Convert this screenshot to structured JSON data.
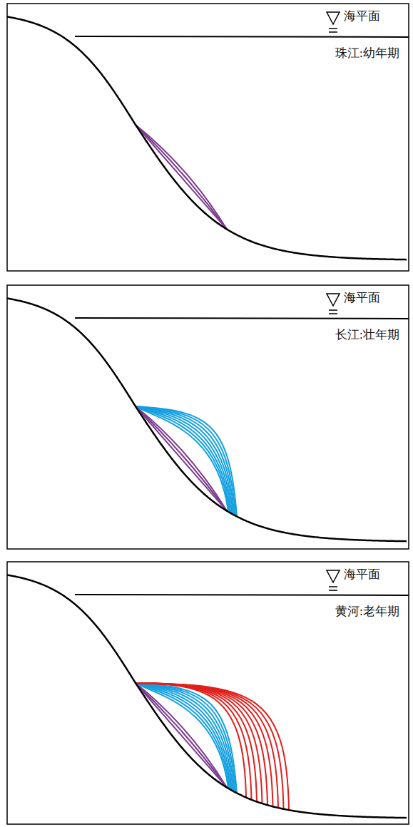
{
  "diagram": {
    "labels": [
      "海平面",
      "珠江:幼年期",
      "海平面",
      "长江:壮年期",
      "海平面",
      "黄河:老年期"
    ]
  }
}
